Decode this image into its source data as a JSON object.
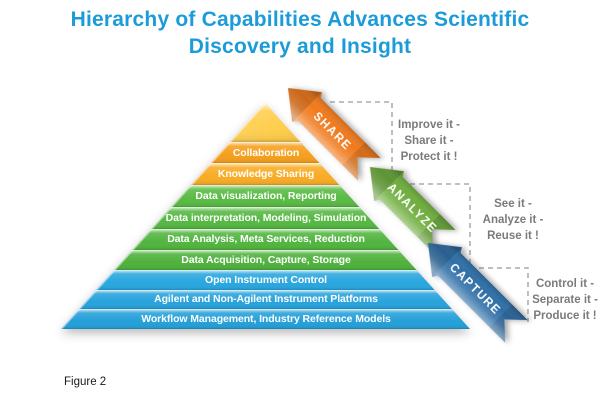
{
  "title": {
    "line1": "Hierarchy of Capabilities Advances Scientific",
    "line2": "Discovery and Insight",
    "color": "#1B9CD8"
  },
  "pyramid": {
    "layers": [
      {
        "label": "",
        "color": "#FFC93A"
      },
      {
        "label": "Collaboration",
        "color": "#F5A01E"
      },
      {
        "label": "Knowledge Sharing",
        "color": "#F8AC26"
      },
      {
        "label": "Data visualization, Reporting",
        "color": "#5ABB45"
      },
      {
        "label": "Data interpretation, Modeling, Simulation",
        "color": "#56B843"
      },
      {
        "label": "Data Analysis, Meta Services, Reduction",
        "color": "#52B540"
      },
      {
        "label": "Data Acquisition, Capture, Storage",
        "color": "#4FB23D"
      },
      {
        "label": "Open Instrument Control",
        "color": "#2AA7DF"
      },
      {
        "label": "Agilent and Non-Agilent Instrument Platforms",
        "color": "#28A3DC"
      },
      {
        "label": "Workflow Management, Industry Reference Models",
        "color": "#25A0D9"
      }
    ]
  },
  "arrows": [
    {
      "label": "SHARE",
      "color": "#F07A1D"
    },
    {
      "label": "ANALYZE",
      "color": "#6FAE3E"
    },
    {
      "label": "CAPTURE",
      "color": "#2F6FA7"
    }
  ],
  "annotations": [
    {
      "lines": [
        "Improve it -",
        "Share it -",
        "Protect it !"
      ]
    },
    {
      "lines": [
        "See it -",
        "Analyze it -",
        "Reuse it !"
      ]
    },
    {
      "lines": [
        "Control it -",
        "Separate it -",
        "Produce it !"
      ]
    }
  ],
  "caption": "Figure 2"
}
